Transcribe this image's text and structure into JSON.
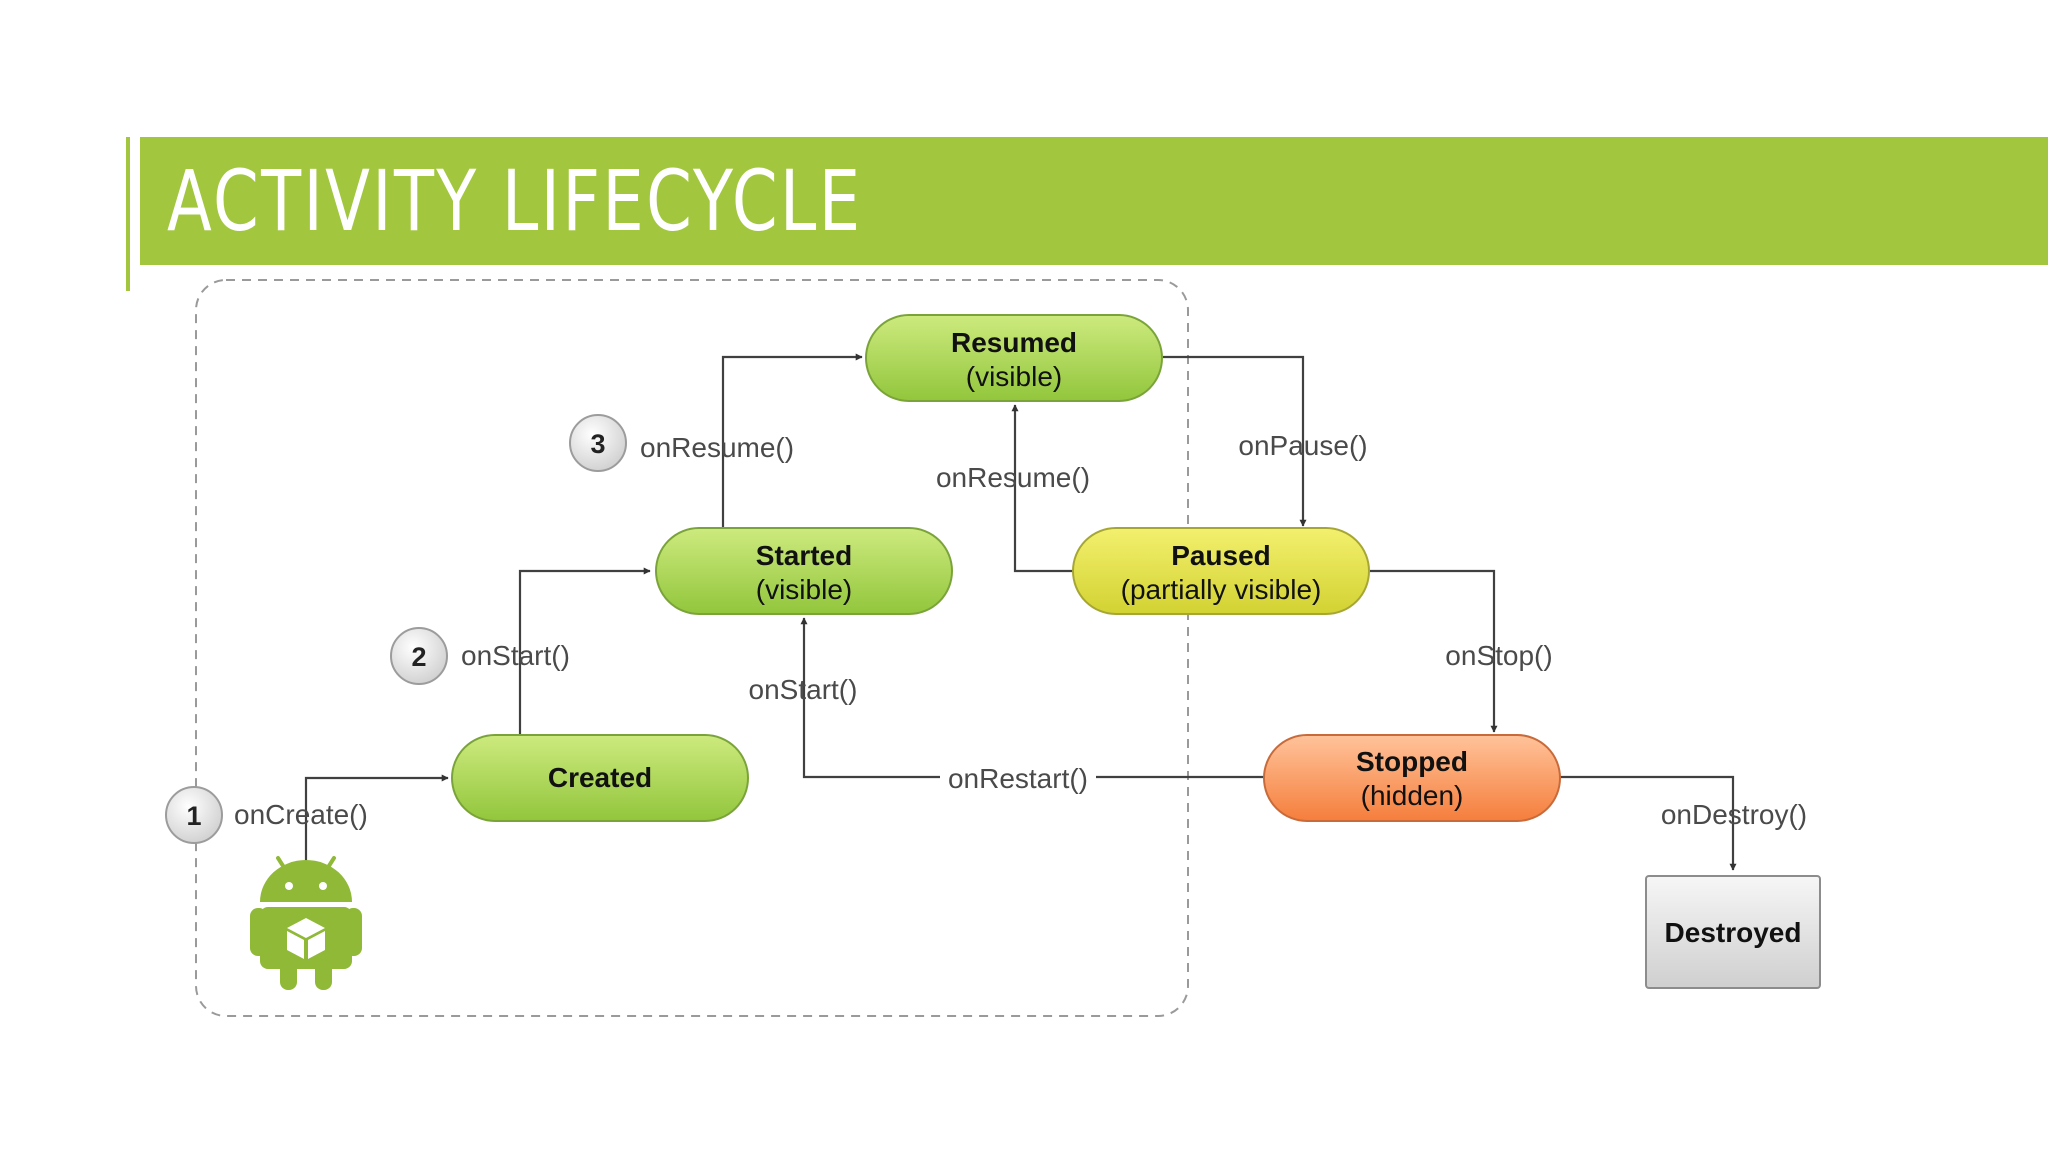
{
  "slide": {
    "title": "ACTIVITY LIFECYCLE"
  },
  "colors": {
    "accent_green": "#a2c73f",
    "state_green": "#9fd04a",
    "state_yellow": "#dfe04a",
    "state_orange": "#f7925a",
    "state_gray": "#dcdcdc"
  },
  "states": {
    "resumed": {
      "title": "Resumed",
      "subtitle": "(visible)"
    },
    "started": {
      "title": "Started",
      "subtitle": "(visible)"
    },
    "paused": {
      "title": "Paused",
      "subtitle": "(partially visible)"
    },
    "created": {
      "title": "Created"
    },
    "stopped": {
      "title": "Stopped",
      "subtitle": "(hidden)"
    },
    "destroyed": {
      "title": "Destroyed"
    }
  },
  "callbacks": {
    "on_create": "onCreate()",
    "on_start": "onStart()",
    "on_resume": "onResume()",
    "on_pause": "onPause()",
    "on_resume_from_paused": "onResume()",
    "on_stop": "onStop()",
    "on_start_from_stopped": "onStart()",
    "on_restart": "onRestart()",
    "on_destroy": "onDestroy()"
  },
  "steps": [
    "1",
    "2",
    "3"
  ],
  "icons": {
    "entry": "android-robot-icon"
  }
}
